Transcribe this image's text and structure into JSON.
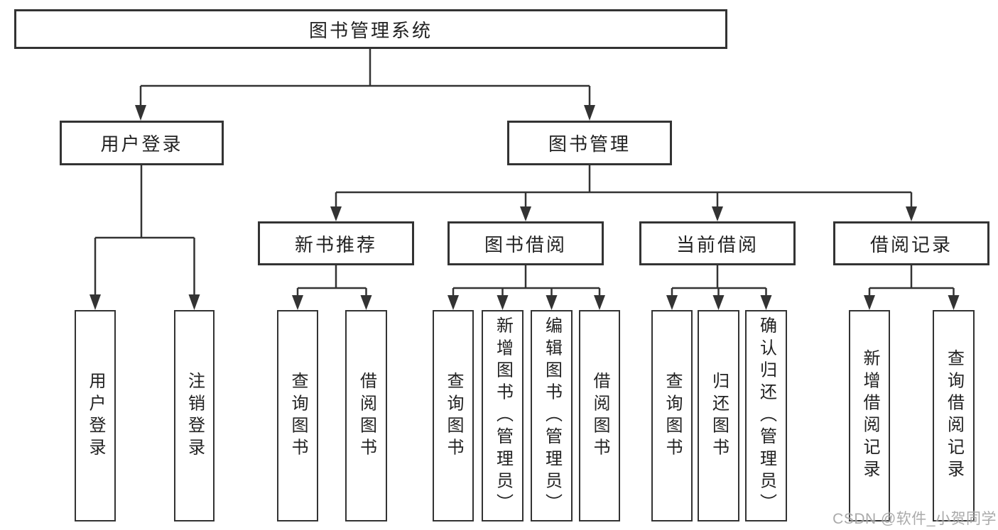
{
  "diagram": {
    "root": {
      "label": "图书管理系统",
      "children": [
        {
          "label": "用户登录",
          "children": [
            {
              "label": "用户登录"
            },
            {
              "label": "注销登录"
            }
          ]
        },
        {
          "label": "图书管理",
          "children": [
            {
              "label": "新书推荐",
              "children": [
                {
                  "label": "查询图书"
                },
                {
                  "label": "借阅图书"
                }
              ]
            },
            {
              "label": "图书借阅",
              "children": [
                {
                  "label": "查询图书"
                },
                {
                  "label": "新增图书（管理员）"
                },
                {
                  "label": "编辑图书（管理员）"
                },
                {
                  "label": "借阅图书"
                }
              ]
            },
            {
              "label": "当前借阅",
              "children": [
                {
                  "label": "查询图书"
                },
                {
                  "label": "归还图书"
                },
                {
                  "label": "确认归还（管理员）"
                }
              ]
            },
            {
              "label": "借阅记录",
              "children": [
                {
                  "label": "新增借阅记录"
                },
                {
                  "label": "查询借阅记录"
                }
              ]
            }
          ]
        }
      ]
    }
  },
  "watermark": {
    "text": "CSDN @软件_小贺同学"
  },
  "colors": {
    "line": "#333333",
    "box_border": "#333333",
    "text": "#222222",
    "background": "#ffffff",
    "watermark": "#9c9c9c"
  }
}
